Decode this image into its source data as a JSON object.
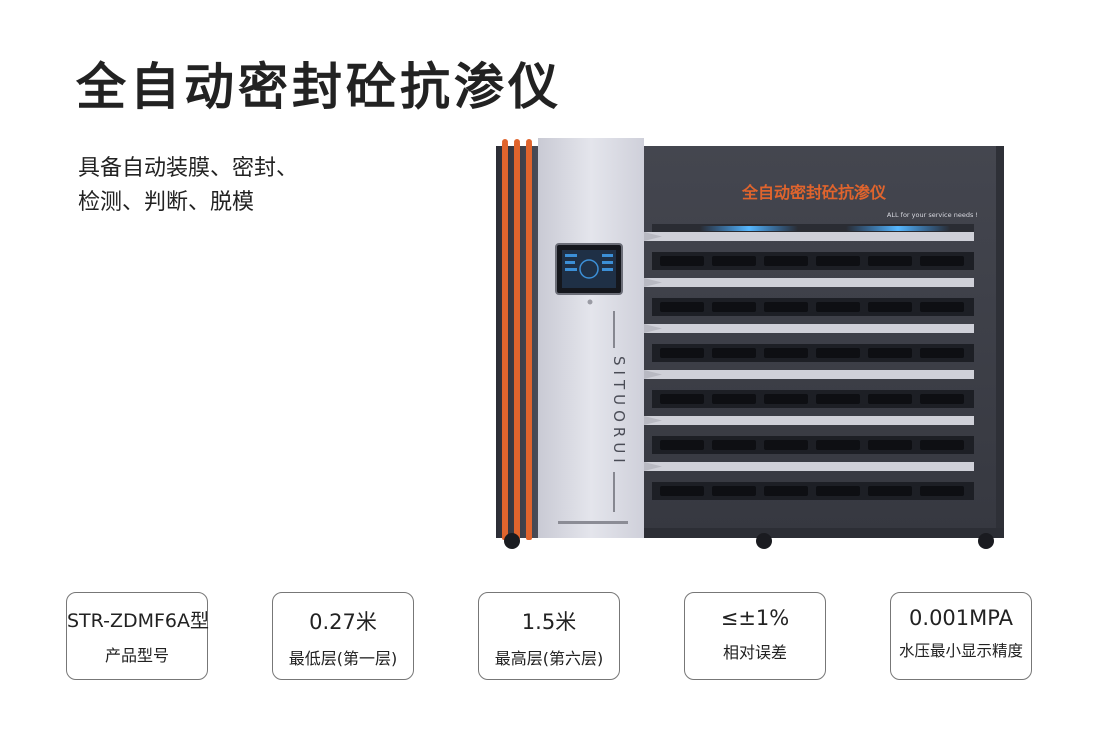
{
  "title": "全自动密封砼抗渗仪",
  "subtitle": {
    "line1": "具备自动装膜、密封、",
    "line2": "检测、判断、脱模"
  },
  "product": {
    "panel_title": "全自动密封砼抗渗仪",
    "tagline": "ALL for your service needs !",
    "brand": "SITUORUI",
    "accent_color": "#e0642d",
    "body_color": "#3d3f4a",
    "front_panel_color": "#d9dae3"
  },
  "specs": [
    {
      "value": "STR-ZDMF6A型",
      "label": "产品型号"
    },
    {
      "value": "0.27米",
      "label": "最低层(第一层)"
    },
    {
      "value": "1.5米",
      "label": "最高层(第六层)"
    },
    {
      "value": "≤±1%",
      "label": "相对误差"
    },
    {
      "value": "0.001MPA",
      "label": "水压最小显示精度"
    }
  ]
}
